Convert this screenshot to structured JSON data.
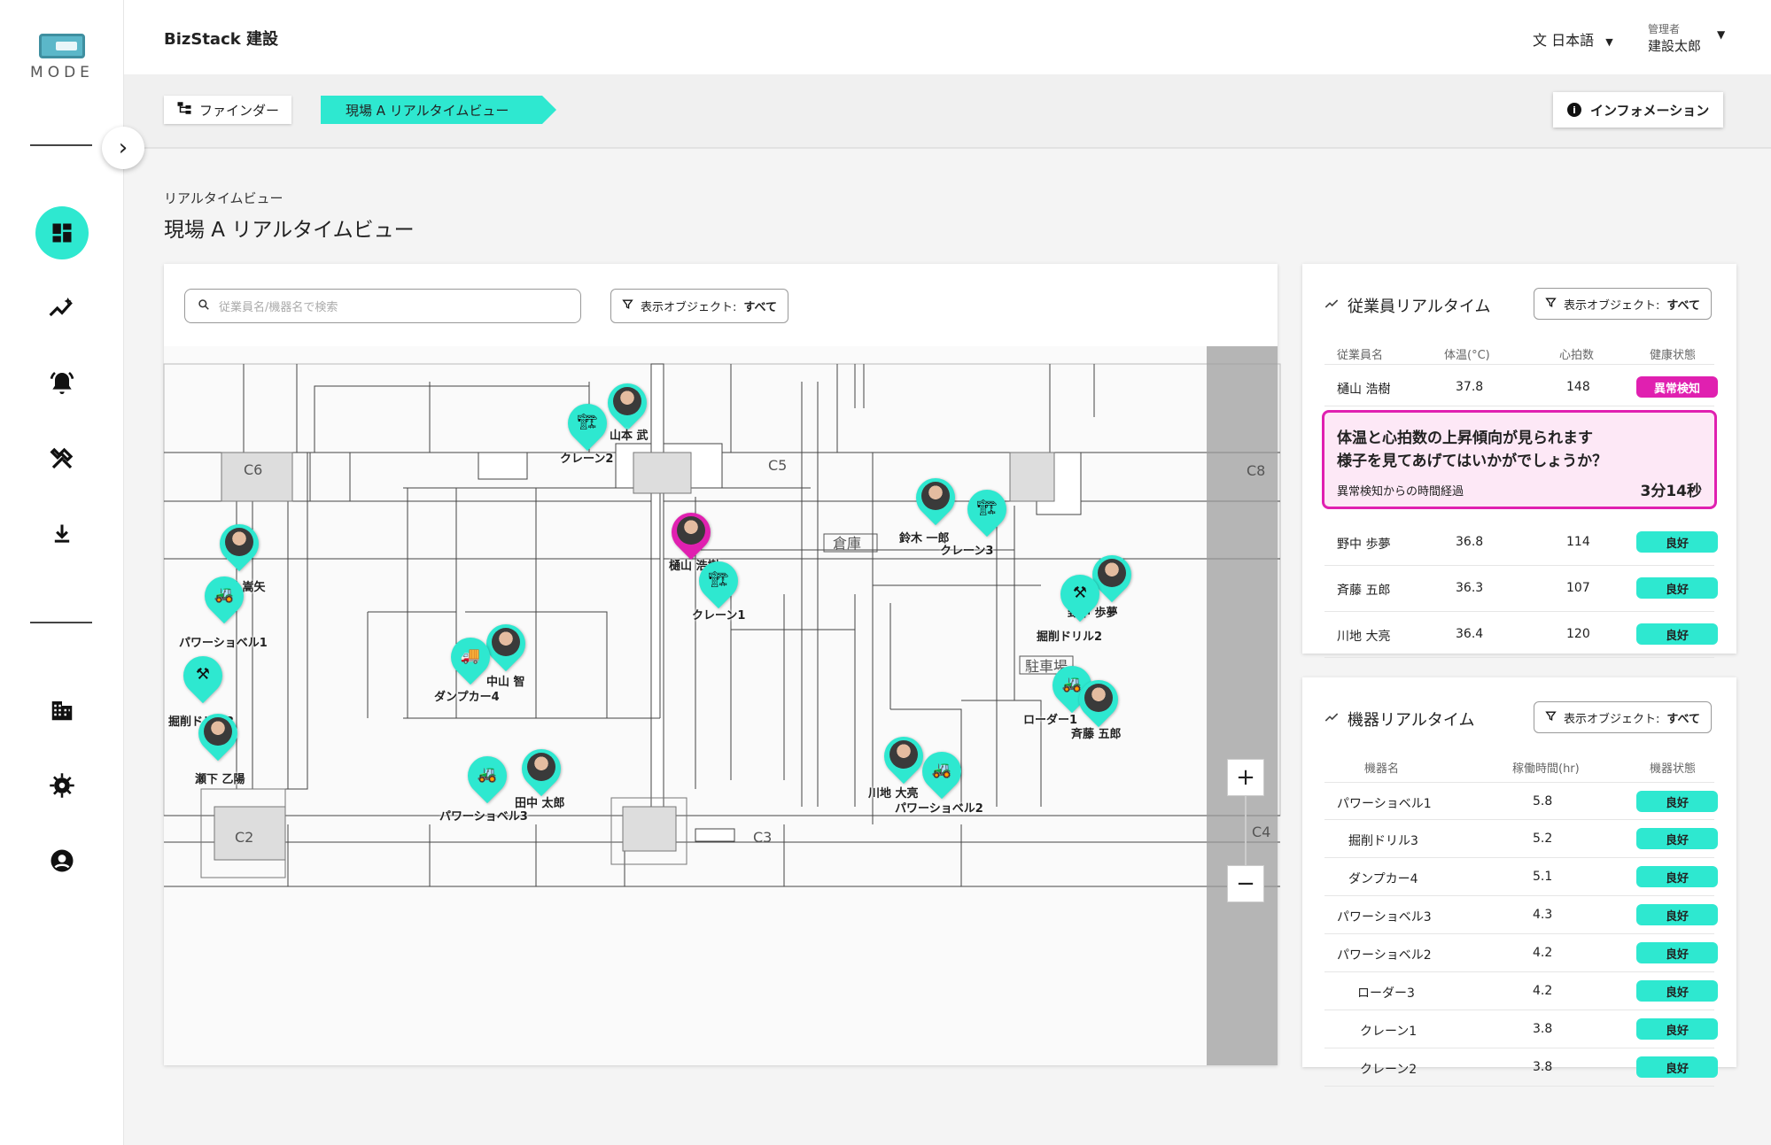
{
  "brand": {
    "logo_text": "MODE",
    "app_title": "BizStack 建設"
  },
  "header": {
    "language": "日本語",
    "user_role": "管理者",
    "user_name": "建設太郎"
  },
  "nav": {
    "expand_icon": "chevron-right-icon",
    "items": [
      "dashboard-icon",
      "analytics-icon",
      "alarm-icon",
      "tools-icon",
      "download-icon",
      "building-icon",
      "settings-icon",
      "account-icon"
    ]
  },
  "breadcrumb": {
    "finder": "ファインダー",
    "current": "現場 A リアルタイムビュー"
  },
  "info_button": "インフォメーション",
  "page": {
    "subtitle": "リアルタイムビュー",
    "title": "現場 A リアルタイムビュー"
  },
  "map": {
    "search_placeholder": "従業員名/機器名で検索",
    "filter_label": "表示オブジェクト:",
    "filter_value": "すべて",
    "zoom_in": "+",
    "zoom_out": "−",
    "rooms": {
      "storage": "倉庫",
      "parking": "駐車場"
    },
    "columns": [
      "C6",
      "C5",
      "C8",
      "C2",
      "C3",
      "C4"
    ],
    "markers": [
      {
        "label": "山本 武",
        "kind": "person"
      },
      {
        "label": "クレーン2",
        "kind": "crane"
      },
      {
        "label": "馬場 嵩矢",
        "kind": "person"
      },
      {
        "label": "パワーショベル1",
        "kind": "excavator"
      },
      {
        "label": "掘削ドリル3",
        "kind": "drill"
      },
      {
        "label": "瀬下 乙陽",
        "kind": "person"
      },
      {
        "label": "樋山 浩樹",
        "kind": "person",
        "alert": true
      },
      {
        "label": "クレーン1",
        "kind": "crane"
      },
      {
        "label": "中山 智",
        "kind": "person"
      },
      {
        "label": "ダンプカー4",
        "kind": "truck"
      },
      {
        "label": "田中 太郎",
        "kind": "person"
      },
      {
        "label": "パワーショベル3",
        "kind": "excavator"
      },
      {
        "label": "鈴木 一郎",
        "kind": "person"
      },
      {
        "label": "クレーン3",
        "kind": "crane"
      },
      {
        "label": "野中 歩夢",
        "kind": "person"
      },
      {
        "label": "掘削ドリル2",
        "kind": "drill"
      },
      {
        "label": "ローダー1",
        "kind": "loader"
      },
      {
        "label": "斉藤 五郎",
        "kind": "person"
      },
      {
        "label": "川地 大亮",
        "kind": "person"
      },
      {
        "label": "パワーショベル2",
        "kind": "excavator"
      }
    ]
  },
  "workers_panel": {
    "title": "従業員リアルタイム",
    "filter_label": "表示オブジェクト:",
    "filter_value": "すべて",
    "headers": [
      "従業員名",
      "体温(°C)",
      "心拍数",
      "健康状態"
    ],
    "rows": [
      {
        "name": "樋山 浩樹",
        "temp": "37.8",
        "hr": "148",
        "status": "異常検知",
        "alert": true
      },
      {
        "name": "野中 歩夢",
        "temp": "36.8",
        "hr": "114",
        "status": "良好"
      },
      {
        "name": "斉藤 五郎",
        "temp": "36.3",
        "hr": "107",
        "status": "良好"
      },
      {
        "name": "川地 大亮",
        "temp": "36.4",
        "hr": "120",
        "status": "良好"
      }
    ],
    "alert": {
      "line1": "体温と心拍数の上昇傾向が見られます",
      "line2": "様子を見てあげてはいかがでしょうか？",
      "elapsed_label": "異常検知からの時間経過",
      "elapsed": "3分14秒"
    }
  },
  "machines_panel": {
    "title": "機器リアルタイム",
    "filter_label": "表示オブジェクト:",
    "filter_value": "すべて",
    "headers": [
      "機器名",
      "稼働時間(hr)",
      "機器状態"
    ],
    "rows": [
      {
        "name": "パワーショベル1",
        "hours": "5.8",
        "status": "良好"
      },
      {
        "name": "掘削ドリル3",
        "hours": "5.2",
        "status": "良好"
      },
      {
        "name": "ダンプカー4",
        "hours": "5.1",
        "status": "良好"
      },
      {
        "name": "パワーショベル3",
        "hours": "4.3",
        "status": "良好"
      },
      {
        "name": "パワーショベル2",
        "hours": "4.2",
        "status": "良好"
      },
      {
        "name": "ローダー3",
        "hours": "4.2",
        "status": "良好"
      },
      {
        "name": "クレーン1",
        "hours": "3.8",
        "status": "良好"
      },
      {
        "name": "クレーン2",
        "hours": "3.8",
        "status": "良好"
      }
    ]
  }
}
